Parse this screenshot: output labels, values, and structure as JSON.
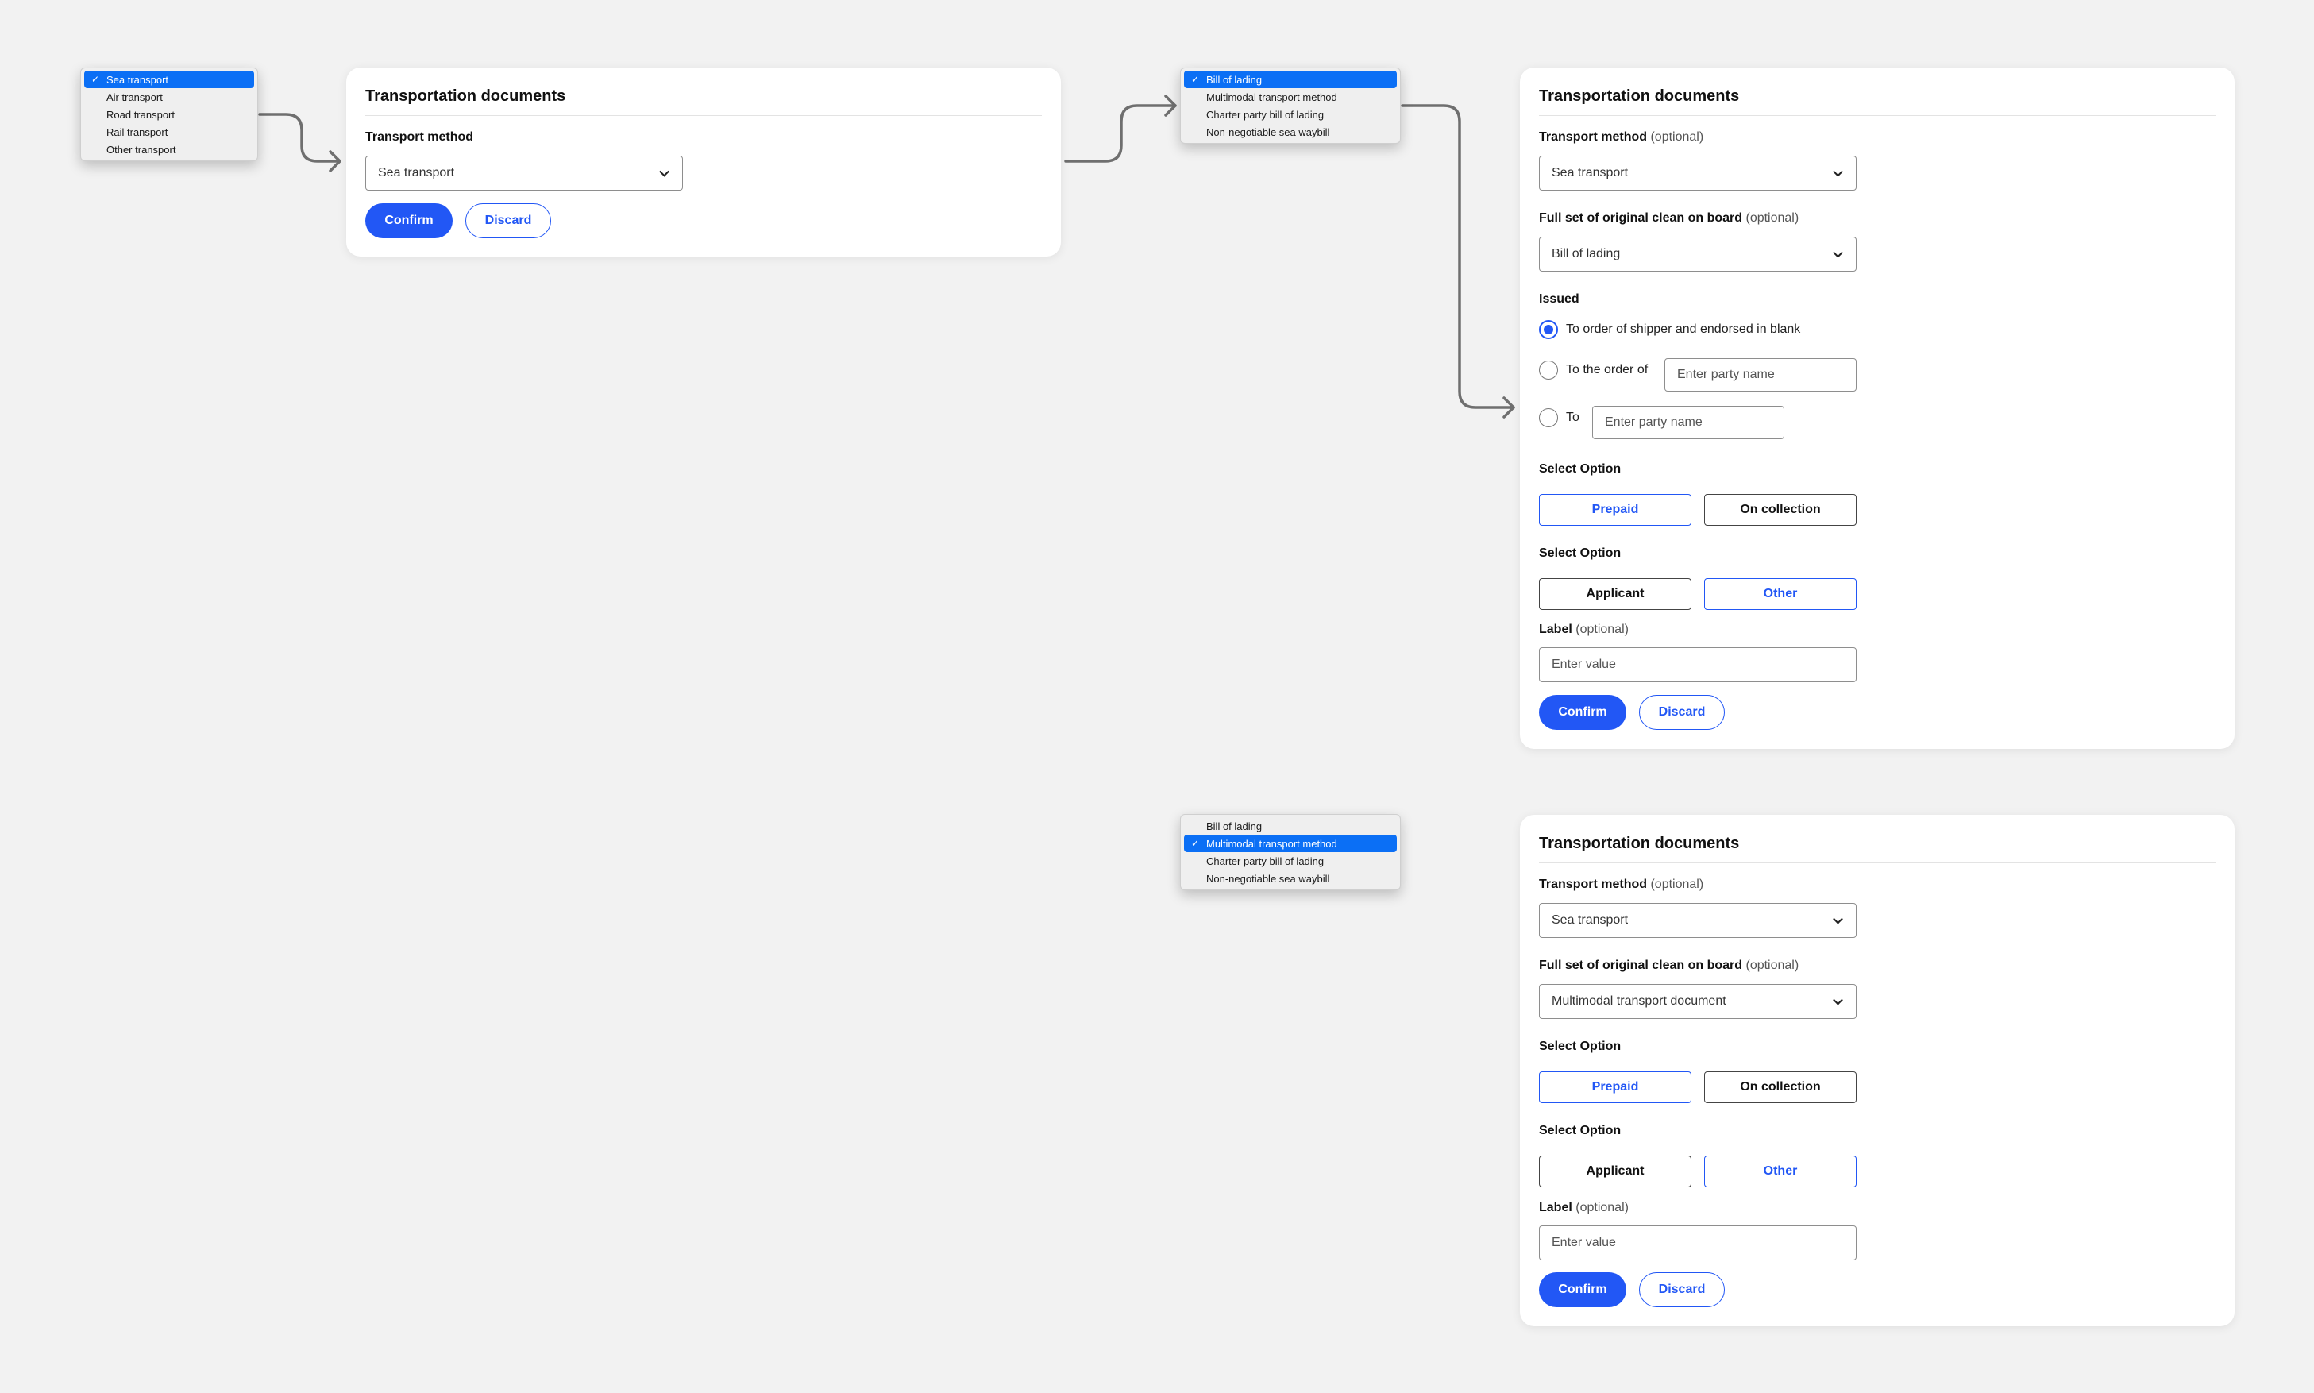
{
  "menus": {
    "transport_methods": {
      "items": [
        "Sea transport",
        "Air transport",
        "Road transport",
        "Rail transport",
        "Other transport"
      ],
      "selected": "Sea transport"
    },
    "documents_a": {
      "items": [
        "Bill of lading",
        "Multimodal transport method",
        "Charter party bill of lading",
        "Non-negotiable sea waybill"
      ],
      "selected": "Bill of lading"
    },
    "documents_b": {
      "items": [
        "Bill of lading",
        "Multimodal transport method",
        "Charter party bill of lading",
        "Non-negotiable sea waybill"
      ],
      "selected": "Multimodal transport method"
    },
    "check_glyph": "✓"
  },
  "card1": {
    "title": "Transportation documents",
    "transport_label": "Transport method",
    "transport_value": "Sea transport",
    "confirm": "Confirm",
    "discard": "Discard"
  },
  "card2": {
    "title": "Transportation documents",
    "transport_label": "Transport method",
    "optional": "(optional)",
    "transport_value": "Sea transport",
    "fullset_label": "Full set of original clean on board",
    "fullset_value": "Bill of lading",
    "issued_label": "Issued",
    "radio_1": "To order of shipper and endorsed in blank",
    "radio_2": "To the order of",
    "radio_2_placeholder": "Enter party name",
    "radio_3": "To",
    "radio_3_placeholder": "Enter party name",
    "select_option_1": "Select Option",
    "prepaid": "Prepaid",
    "on_collection": "On collection",
    "select_option_2": "Select Option",
    "applicant": "Applicant",
    "other": "Other",
    "label_label": "Label",
    "label_placeholder": "Enter value",
    "confirm": "Confirm",
    "discard": "Discard"
  },
  "card3": {
    "title": "Transportation documents",
    "transport_label": "Transport method",
    "optional": "(optional)",
    "transport_value": "Sea transport",
    "fullset_label": "Full set of original clean on board",
    "fullset_value": "Multimodal transport document",
    "select_option_1": "Select Option",
    "prepaid": "Prepaid",
    "on_collection": "On collection",
    "select_option_2": "Select Option",
    "applicant": "Applicant",
    "other": "Other",
    "label_label": "Label",
    "label_placeholder": "Enter value",
    "confirm": "Confirm",
    "discard": "Discard"
  },
  "colors": {
    "primary": "#2257f5",
    "menu_highlight": "#0b6ff5",
    "background": "#f2f2f2",
    "connector": "#6f6f6f"
  },
  "icons": [
    "chevron-down-icon",
    "check-icon",
    "arrow-right-icon"
  ]
}
